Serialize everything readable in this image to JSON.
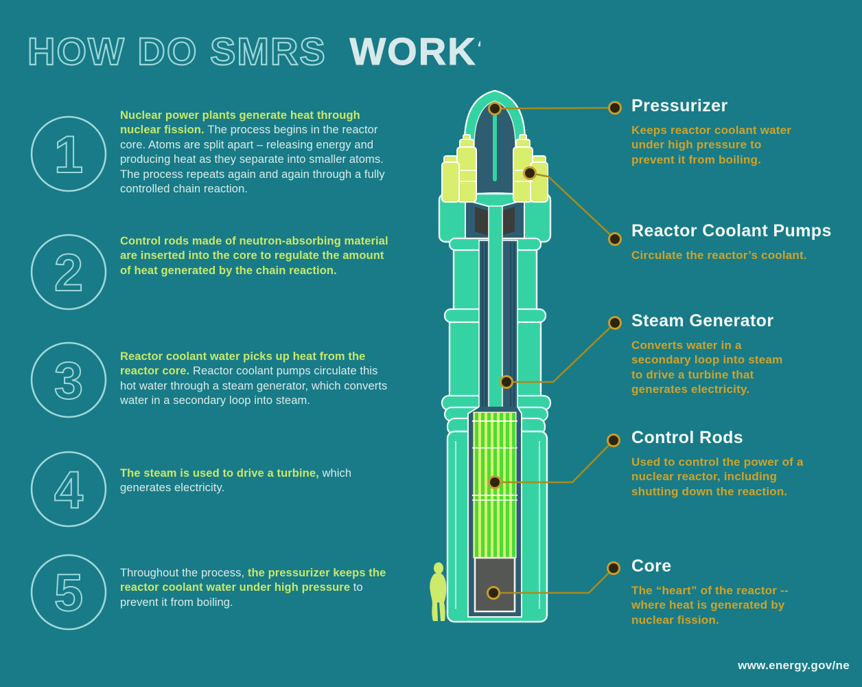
{
  "title": {
    "outline": "HOW DO SMRS",
    "solid": "WORK?"
  },
  "steps": [
    {
      "number": "1",
      "segments": [
        {
          "em": true,
          "text": "Nuclear power plants generate heat through nuclear fission. "
        },
        {
          "em": false,
          "text": "The process begins in the reactor core. Atoms are split apart – releasing energy and producing heat as they separate into smaller atoms. The process repeats again and again through a fully controlled chain reaction."
        }
      ]
    },
    {
      "number": "2",
      "segments": [
        {
          "em": true,
          "text": "Control rods made of neutron-absorbing material are inserted into the core to regulate the amount of heat generated by the chain reaction."
        }
      ]
    },
    {
      "number": "3",
      "segments": [
        {
          "em": true,
          "text": "Reactor coolant water picks up heat from the reactor core. "
        },
        {
          "em": false,
          "text": "Reactor coolant pumps circulate this hot water through a steam generator, which converts water in a secondary loop into steam."
        }
      ]
    },
    {
      "number": "4",
      "segments": [
        {
          "em": true,
          "text": "The steam is used to drive a turbine, "
        },
        {
          "em": false,
          "text": "which generates electricity."
        }
      ]
    },
    {
      "number": "5",
      "segments": [
        {
          "em": false,
          "text": "Throughout the process, "
        },
        {
          "em": true,
          "text": "the pressurizer keeps the reactor coolant water under high pressure "
        },
        {
          "em": false,
          "text": "to prevent it from boiling."
        }
      ]
    }
  ],
  "callouts": [
    {
      "title": "Pressurizer",
      "description": "Keeps reactor coolant water under high pressure to prevent it from boiling."
    },
    {
      "title": "Reactor Coolant Pumps",
      "description": "Circulate the reactor’s coolant."
    },
    {
      "title": "Steam Generator",
      "description": "Converts water in a secondary loop into steam to drive a turbine that generates electricity."
    },
    {
      "title": "Control Rods",
      "description": "Used to control the power of a nuclear reactor, including shutting down the reaction."
    },
    {
      "title": "Core",
      "description": "The “heart” of the reactor -- where heat is generated by nuclear fission."
    }
  ],
  "footer": {
    "url": "www.energy.gov/ne"
  },
  "diagram": {
    "figure": "small-modular-reactor-cutaway",
    "scale_reference": "human-silhouette"
  },
  "colors": {
    "background": "#187b87",
    "reactor_green": "#35d3a3",
    "cutaway_slate": "#2e5d72",
    "pump_chartreuse": "#d9ee6d",
    "rod_green": "#4bdc37",
    "core_gray": "#555755",
    "callout_gold": "#cfa32b",
    "connector_gold": "#a98b1e",
    "step_highlight_green": "#c9e86b",
    "title_outline_teal": "#9ed7dc",
    "text_white": "#dbecea"
  }
}
